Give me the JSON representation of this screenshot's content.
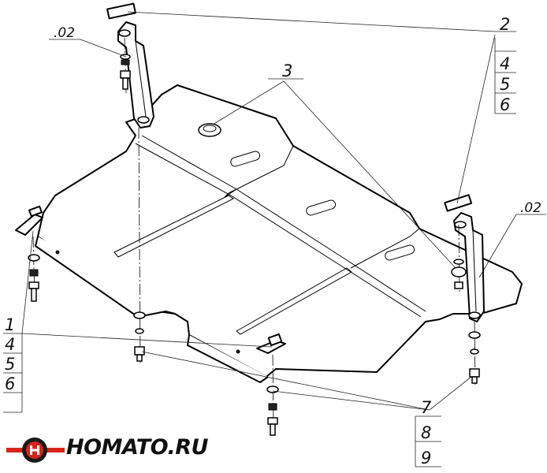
{
  "callouts": {
    "c02_top": ".02",
    "c02_right": ".02",
    "c2": "2",
    "c4_right": "4",
    "c5_right": "5",
    "c6_right": "6",
    "c3": "3",
    "c1": "1",
    "c4_left": "4",
    "c5_left": "5",
    "c6_left": "6",
    "c7": "7",
    "c8": "8",
    "c9": "9"
  },
  "brand": {
    "logo_text": "HOMATO.RU",
    "logo_colors": {
      "accent": "#d9241c",
      "dark": "#1a1a1a"
    }
  }
}
